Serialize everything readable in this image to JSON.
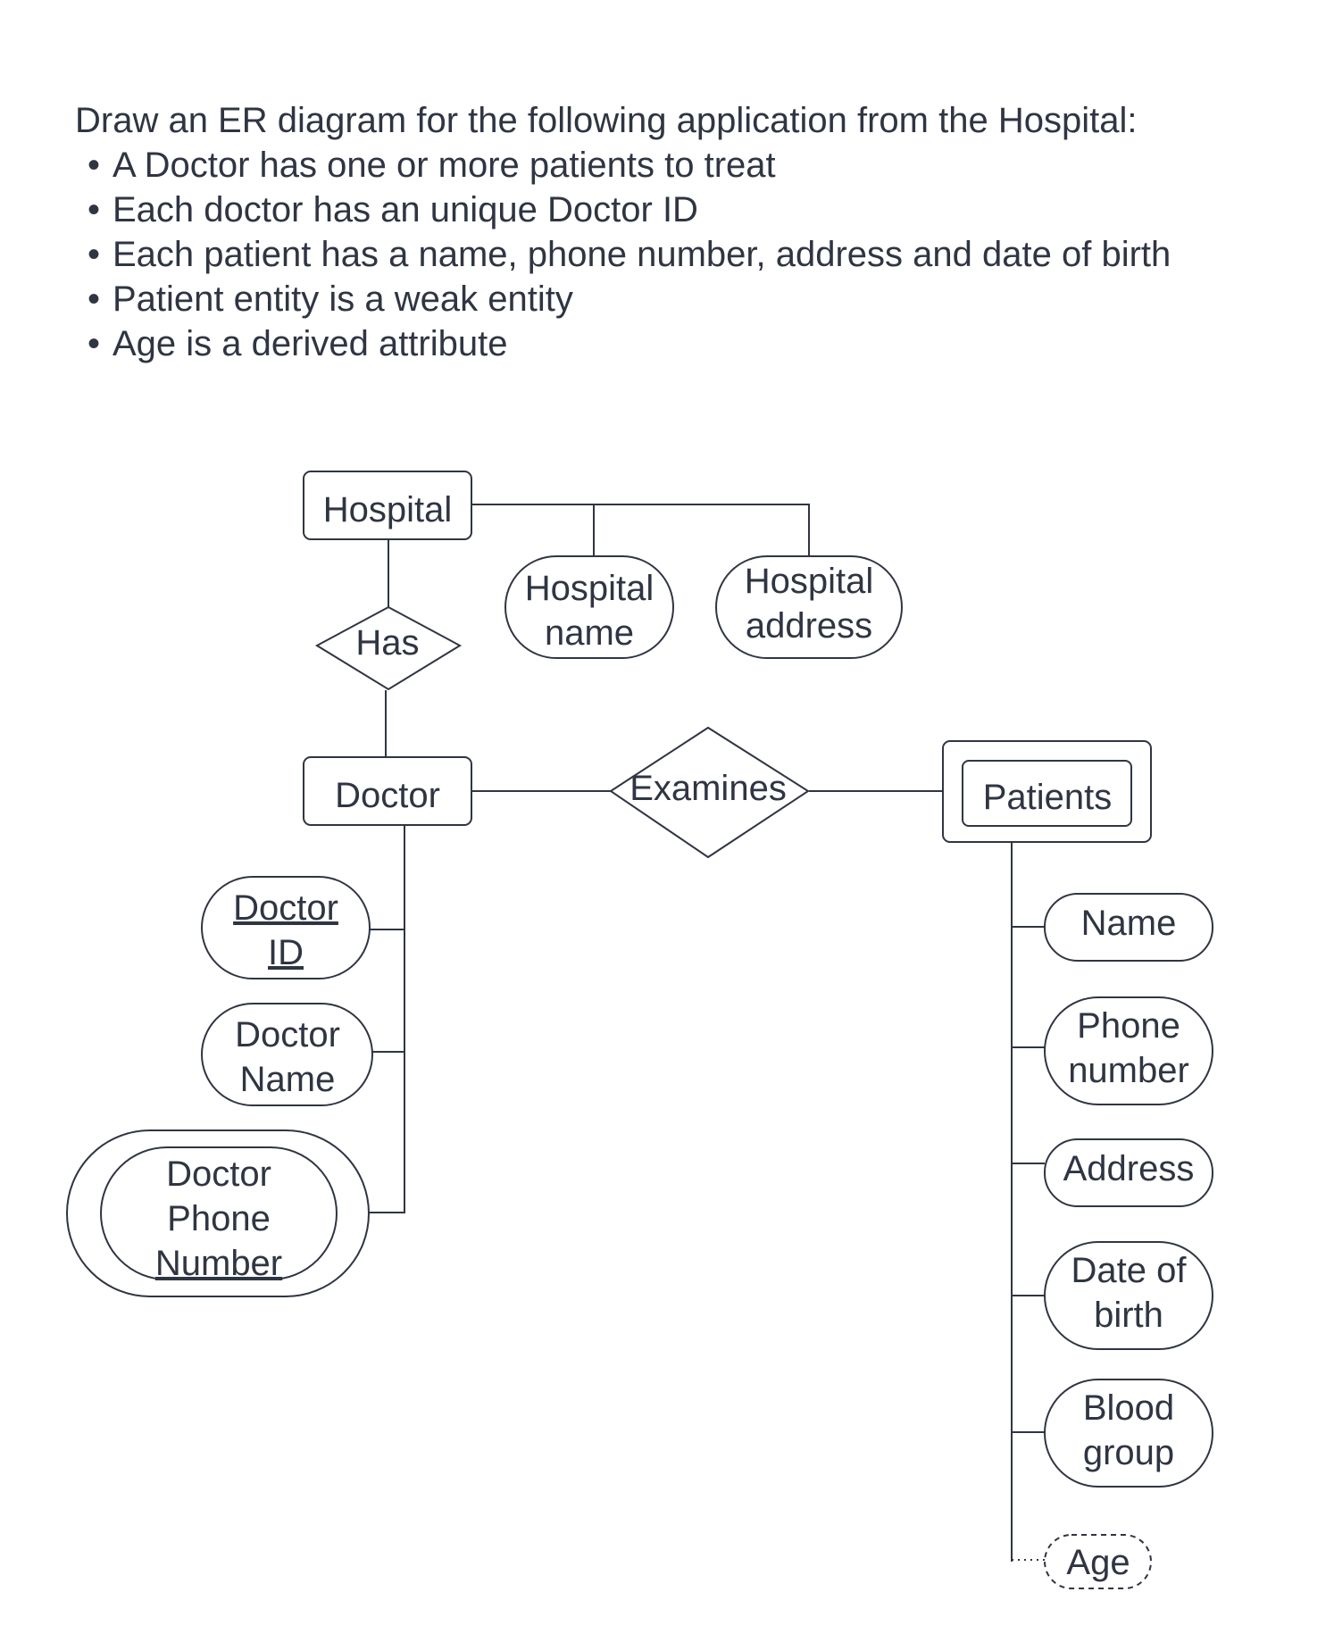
{
  "prompt": {
    "heading": "Draw an ER diagram for the following application from the Hospital:",
    "bullets": [
      "A Doctor has one or more patients to treat",
      "Each doctor has an unique Doctor ID",
      "Each patient has a name, phone number, address and date of birth",
      "Patient entity is a weak entity",
      "Age is a derived attribute"
    ]
  },
  "diagram": {
    "entities": {
      "hospital": "Hospital",
      "doctor": "Doctor",
      "patients": "Patients"
    },
    "relationships": {
      "has": "Has",
      "examines": "Examines"
    },
    "attributes": {
      "hospital_name": [
        "Hospital",
        "name"
      ],
      "hospital_address": [
        "Hospital",
        "address"
      ],
      "doctor_id": [
        "Doctor",
        "ID"
      ],
      "doctor_name": [
        "Doctor",
        "Name"
      ],
      "doctor_phone": [
        "Doctor",
        "Phone",
        "Number"
      ],
      "patient_name": [
        "Name"
      ],
      "patient_phone": [
        "Phone",
        "number"
      ],
      "patient_address": [
        "Address"
      ],
      "patient_dob": [
        "Date of",
        "birth"
      ],
      "patient_blood": [
        "Blood",
        "group"
      ],
      "patient_age": [
        "Age"
      ]
    },
    "colors": {
      "stroke": "#2f3542",
      "text": "#2f3542",
      "background": "#ffffff"
    }
  }
}
